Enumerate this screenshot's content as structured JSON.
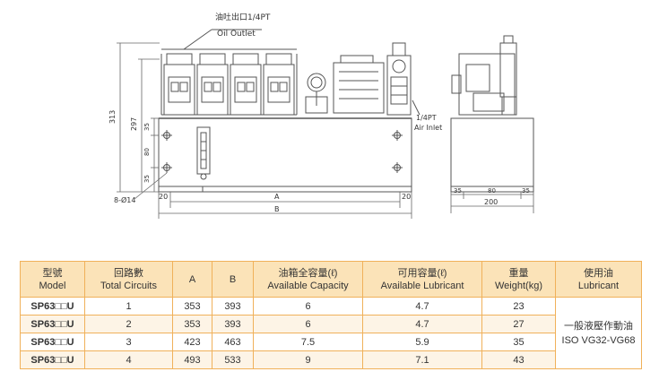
{
  "drawing": {
    "oil_outlet_cn": "油吐出口1/4PT",
    "oil_outlet_en": "Oil Outlet",
    "air_inlet_size": "1/4PT",
    "air_inlet_en": "Air Inlet",
    "dim_313": "313",
    "dim_297": "297",
    "dim_35_top": "35",
    "dim_80": "80",
    "dim_35_bottom": "35",
    "holes": "8-Ø14",
    "dim_20_left": "20",
    "dim_20_right": "20",
    "dim_a": "A",
    "dim_b": "B",
    "side_35_left": "35",
    "side_80": "80",
    "side_35_right": "35",
    "side_200": "200"
  },
  "table": {
    "headers": [
      {
        "cn": "型號",
        "en": "Model"
      },
      {
        "cn": "回路數",
        "en": "Total Circuits"
      },
      {
        "cn": "A",
        "en": ""
      },
      {
        "cn": "B",
        "en": ""
      },
      {
        "cn": "油箱全容量(ℓ)",
        "en": "Available Capacity"
      },
      {
        "cn": "可用容量(ℓ)",
        "en": "Available Lubricant"
      },
      {
        "cn": "重量",
        "en": "Weight(kg)"
      },
      {
        "cn": "使用油",
        "en": "Lubricant"
      }
    ],
    "rows": [
      {
        "model": "SP63□□U",
        "circuits": "1",
        "a": "353",
        "b": "393",
        "capacity": "6",
        "available": "4.7",
        "weight": "23"
      },
      {
        "model": "SP63□□U",
        "circuits": "2",
        "a": "353",
        "b": "393",
        "capacity": "6",
        "available": "4.7",
        "weight": "27"
      },
      {
        "model": "SP63□□U",
        "circuits": "3",
        "a": "423",
        "b": "463",
        "capacity": "7.5",
        "available": "5.9",
        "weight": "35"
      },
      {
        "model": "SP63□□U",
        "circuits": "4",
        "a": "493",
        "b": "533",
        "capacity": "9",
        "available": "7.1",
        "weight": "43"
      }
    ],
    "lubricant_cn": "一般液壓作動油",
    "lubricant_en": "ISO VG32-VG68"
  }
}
